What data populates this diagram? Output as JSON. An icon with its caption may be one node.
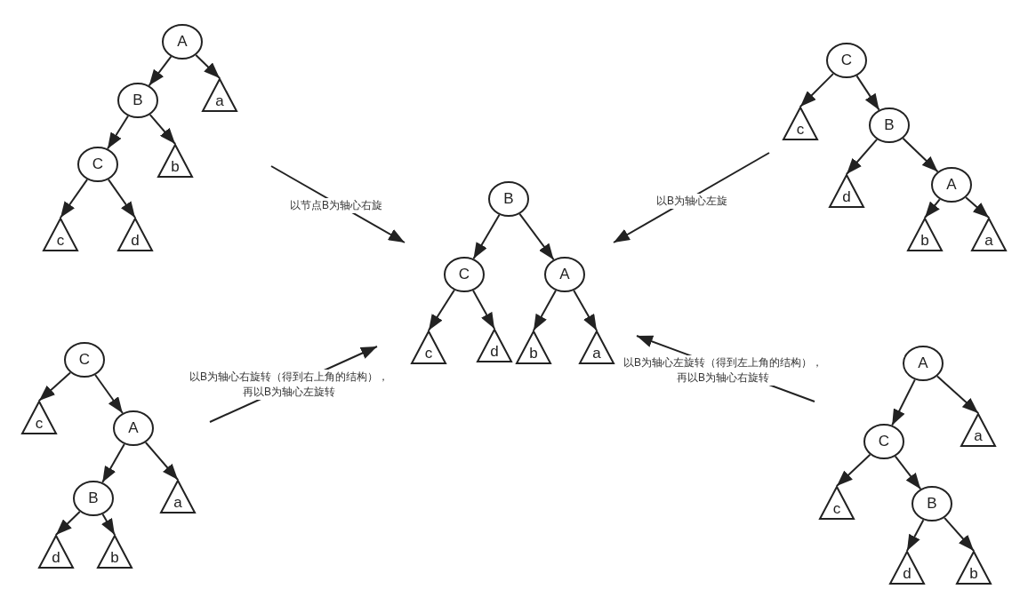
{
  "diagram": {
    "nodes": [
      {
        "text": [
          "A"
        ]
      },
      {
        "text": [
          "B"
        ]
      },
      {
        "text": [
          "a"
        ]
      },
      {
        "text": [
          "C"
        ]
      },
      {
        "text": [
          "b"
        ]
      },
      {
        "text": [
          "c"
        ]
      },
      {
        "text": [
          "d"
        ]
      },
      {
        "text": [
          "C"
        ]
      },
      {
        "text": [
          "c"
        ]
      },
      {
        "text": [
          "B"
        ]
      },
      {
        "text": [
          "d"
        ]
      },
      {
        "text": [
          "A"
        ]
      },
      {
        "text": [
          "b"
        ]
      },
      {
        "text": [
          "a"
        ]
      },
      {
        "text": [
          "B"
        ]
      },
      {
        "text": [
          "C"
        ]
      },
      {
        "text": [
          "A"
        ]
      },
      {
        "text": [
          "c"
        ]
      },
      {
        "text": [
          "d"
        ]
      },
      {
        "text": [
          "b"
        ]
      },
      {
        "text": [
          "a"
        ]
      },
      {
        "text": [
          "C"
        ]
      },
      {
        "text": [
          "c"
        ]
      },
      {
        "text": [
          "A"
        ]
      },
      {
        "text": [
          "B"
        ]
      },
      {
        "text": [
          "a"
        ]
      },
      {
        "text": [
          "d"
        ]
      },
      {
        "text": [
          "b"
        ]
      },
      {
        "text": [
          "A"
        ]
      },
      {
        "text": [
          "C"
        ]
      },
      {
        "text": [
          "a"
        ]
      },
      {
        "text": [
          "c"
        ]
      },
      {
        "text": [
          "B"
        ]
      },
      {
        "text": [
          "d"
        ]
      },
      {
        "text": [
          "b"
        ]
      }
    ],
    "edges": [
      {
        "from": 0,
        "to": 1,
        "arrow": "to"
      },
      {
        "from": 0,
        "to": 2,
        "arrow": "to"
      },
      {
        "from": 1,
        "to": 3,
        "arrow": "to"
      },
      {
        "from": 1,
        "to": 4,
        "arrow": "to"
      },
      {
        "from": 3,
        "to": 5,
        "arrow": "to"
      },
      {
        "from": 3,
        "to": 6,
        "arrow": "to"
      },
      {
        "from": 7,
        "to": 8,
        "arrow": "to"
      },
      {
        "from": 7,
        "to": 9,
        "arrow": "to"
      },
      {
        "from": 9,
        "to": 10,
        "arrow": "to"
      },
      {
        "from": 9,
        "to": 11,
        "arrow": "to"
      },
      {
        "from": 11,
        "to": 12,
        "arrow": "to"
      },
      {
        "from": 11,
        "to": 13,
        "arrow": "to"
      },
      {
        "from": 14,
        "to": 15,
        "arrow": "to"
      },
      {
        "from": 14,
        "to": 16,
        "arrow": "to"
      },
      {
        "from": 15,
        "to": 17,
        "arrow": "to"
      },
      {
        "from": 15,
        "to": 18,
        "arrow": "to"
      },
      {
        "from": 16,
        "to": 19,
        "arrow": "to"
      },
      {
        "from": 16,
        "to": 20,
        "arrow": "to"
      },
      {
        "from": 21,
        "to": 22,
        "arrow": "to"
      },
      {
        "from": 21,
        "to": 23,
        "arrow": "to"
      },
      {
        "from": 23,
        "to": 24,
        "arrow": "to"
      },
      {
        "from": 23,
        "to": 25,
        "arrow": "to"
      },
      {
        "from": 24,
        "to": 26,
        "arrow": "to"
      },
      {
        "from": 24,
        "to": 27,
        "arrow": "to"
      },
      {
        "from": 28,
        "to": 29,
        "arrow": "to"
      },
      {
        "from": 28,
        "to": 30,
        "arrow": "to"
      },
      {
        "from": 29,
        "to": 31,
        "arrow": "to"
      },
      {
        "from": 29,
        "to": 32,
        "arrow": "to"
      },
      {
        "from": 32,
        "to": 33,
        "arrow": "to"
      },
      {
        "from": 32,
        "to": 34,
        "arrow": "to"
      }
    ],
    "labels": [
      "以节点B为轴心右旋",
      "以B为轴心左旋",
      "以B为轴心右旋转（得到右上角的结构），再以B为轴心左旋转",
      "以B为轴心左旋转（得到左上角的结构），再以B为轴心右旋转"
    ]
  }
}
